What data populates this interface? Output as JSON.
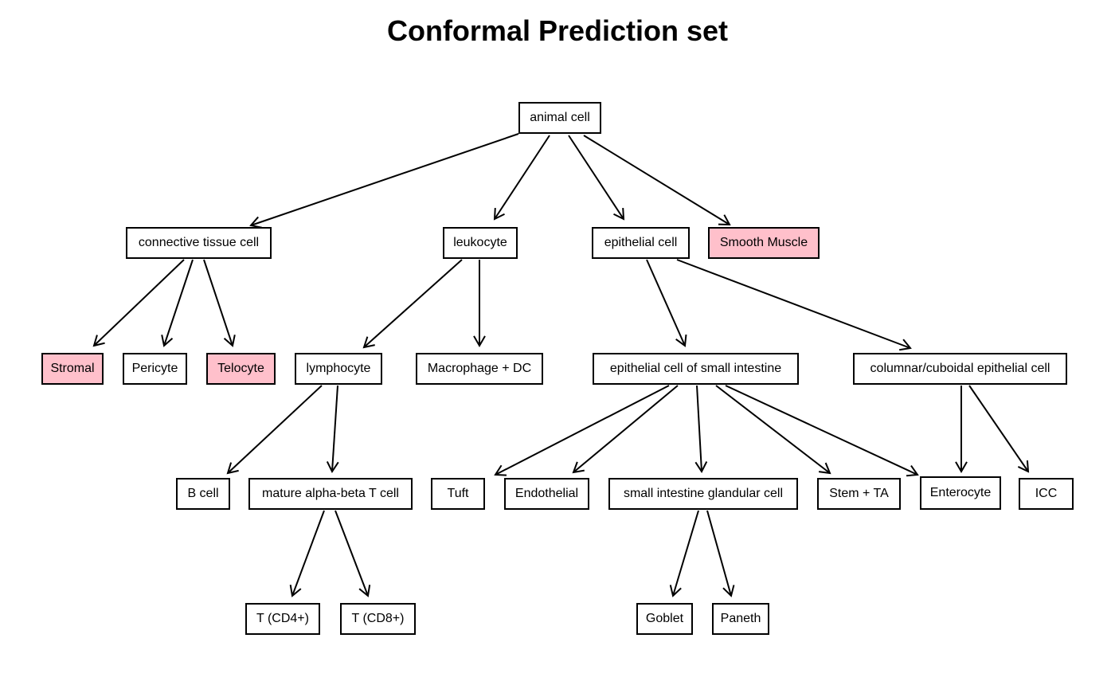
{
  "title": "Conformal Prediction set",
  "highlight_color": "#FFC0CB",
  "nodes": [
    {
      "id": "animal",
      "label": "animal cell",
      "highlighted": false
    },
    {
      "id": "connective",
      "label": "connective tissue cell",
      "highlighted": false
    },
    {
      "id": "leukocyte",
      "label": "leukocyte",
      "highlighted": false
    },
    {
      "id": "epithelial",
      "label": "epithelial cell",
      "highlighted": false
    },
    {
      "id": "smooth",
      "label": "Smooth Muscle",
      "highlighted": true
    },
    {
      "id": "stromal",
      "label": "Stromal",
      "highlighted": true
    },
    {
      "id": "pericyte",
      "label": "Pericyte",
      "highlighted": false
    },
    {
      "id": "telocyte",
      "label": "Telocyte",
      "highlighted": true
    },
    {
      "id": "lymphocyte",
      "label": "lymphocyte",
      "highlighted": false
    },
    {
      "id": "macrophage",
      "label": "Macrophage + DC",
      "highlighted": false
    },
    {
      "id": "episi",
      "label": "epithelial cell of small intestine",
      "highlighted": false
    },
    {
      "id": "columnar",
      "label": "columnar/cuboidal epithelial cell",
      "highlighted": false
    },
    {
      "id": "bcell",
      "label": "B cell",
      "highlighted": false
    },
    {
      "id": "mature",
      "label": "mature alpha-beta T cell",
      "highlighted": false
    },
    {
      "id": "tuft",
      "label": "Tuft",
      "highlighted": false
    },
    {
      "id": "endothelial",
      "label": "Endothelial",
      "highlighted": false
    },
    {
      "id": "glandular",
      "label": "small intestine glandular cell",
      "highlighted": false
    },
    {
      "id": "stem",
      "label": "Stem + TA",
      "highlighted": false
    },
    {
      "id": "enterocyte",
      "label": "Enterocyte",
      "highlighted": false
    },
    {
      "id": "icc",
      "label": "ICC",
      "highlighted": false
    },
    {
      "id": "cd4",
      "label": "T (CD4+)",
      "highlighted": false
    },
    {
      "id": "cd8",
      "label": "T (CD8+)",
      "highlighted": false
    },
    {
      "id": "goblet",
      "label": "Goblet",
      "highlighted": false
    },
    {
      "id": "paneth",
      "label": "Paneth",
      "highlighted": false
    }
  ],
  "edges": [
    {
      "from": "animal",
      "to": "connective"
    },
    {
      "from": "animal",
      "to": "leukocyte"
    },
    {
      "from": "animal",
      "to": "epithelial"
    },
    {
      "from": "animal",
      "to": "smooth"
    },
    {
      "from": "connective",
      "to": "stromal"
    },
    {
      "from": "connective",
      "to": "pericyte"
    },
    {
      "from": "connective",
      "to": "telocyte"
    },
    {
      "from": "leukocyte",
      "to": "lymphocyte"
    },
    {
      "from": "leukocyte",
      "to": "macrophage"
    },
    {
      "from": "epithelial",
      "to": "episi"
    },
    {
      "from": "epithelial",
      "to": "columnar"
    },
    {
      "from": "lymphocyte",
      "to": "bcell"
    },
    {
      "from": "lymphocyte",
      "to": "mature"
    },
    {
      "from": "episi",
      "to": "tuft"
    },
    {
      "from": "episi",
      "to": "endothelial"
    },
    {
      "from": "episi",
      "to": "glandular"
    },
    {
      "from": "episi",
      "to": "stem"
    },
    {
      "from": "episi",
      "to": "enterocyte"
    },
    {
      "from": "columnar",
      "to": "enterocyte"
    },
    {
      "from": "columnar",
      "to": "icc"
    },
    {
      "from": "mature",
      "to": "cd4"
    },
    {
      "from": "mature",
      "to": "cd8"
    },
    {
      "from": "glandular",
      "to": "goblet"
    },
    {
      "from": "glandular",
      "to": "paneth"
    }
  ]
}
